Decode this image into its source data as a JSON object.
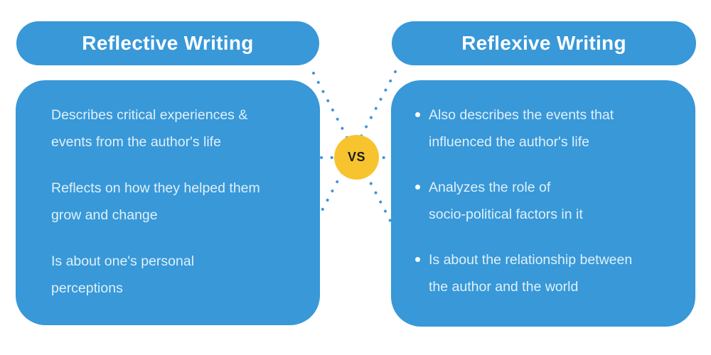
{
  "left_card": {
    "title": "Reflective Writing",
    "items": [
      {
        "lines": [
          "Describes critical experiences &",
          "events from the author's life"
        ]
      },
      {
        "lines": [
          "Reflects on how they helped them",
          "grow and change"
        ]
      },
      {
        "lines": [
          "Is about one's personal",
          "perceptions"
        ]
      }
    ]
  },
  "right_card": {
    "title": "Reflexive Writing",
    "items": [
      {
        "lines": [
          "Also describes the events that",
          "influenced the author's life"
        ]
      },
      {
        "lines": [
          "Analyzes the role of",
          "socio-political factors in it"
        ]
      },
      {
        "lines": [
          "Is about the relationship between",
          "the author and the world"
        ]
      }
    ]
  },
  "vs_badge": {
    "label": "VS"
  },
  "colors": {
    "card_blue": "#3898d8",
    "accent_yellow": "#f7c42f",
    "header_text": "#ffffff",
    "body_text": "#dff0fb",
    "vs_text": "#1b1b1b",
    "dot_blue": "#3f96da"
  }
}
